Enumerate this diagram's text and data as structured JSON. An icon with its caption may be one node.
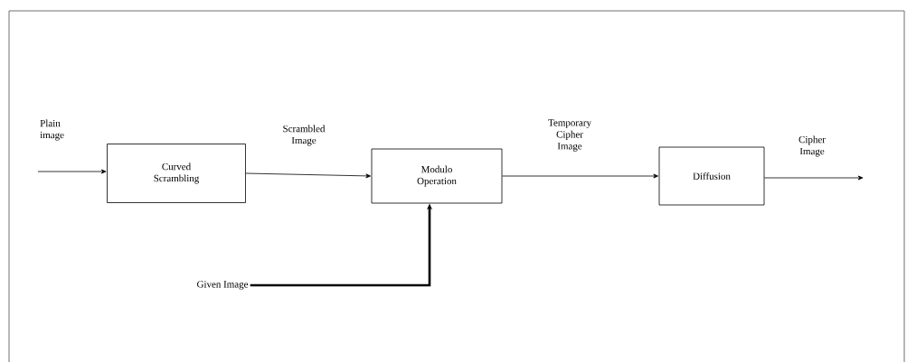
{
  "diagram": {
    "nodes": [
      {
        "text": [
          "Curved Scrambling"
        ]
      },
      {
        "text": [
          "Modulo Operation"
        ]
      },
      {
        "text": [
          "Diffusion"
        ]
      },
      {
        "text": [
          "Given Image"
        ]
      }
    ],
    "edges": [
      {
        "from": null,
        "to": 0,
        "arrow": "to",
        "label": "Plain image"
      },
      {
        "from": 0,
        "to": 1,
        "arrow": "to",
        "label": "Scrambled Image"
      },
      {
        "from": 1,
        "to": 2,
        "arrow": "to",
        "label": "Temporary Cipher Image"
      },
      {
        "from": 2,
        "to": null,
        "arrow": "to",
        "label": "Cipher Image"
      },
      {
        "from": 3,
        "to": 1,
        "arrow": "to",
        "style": "thick"
      }
    ]
  }
}
